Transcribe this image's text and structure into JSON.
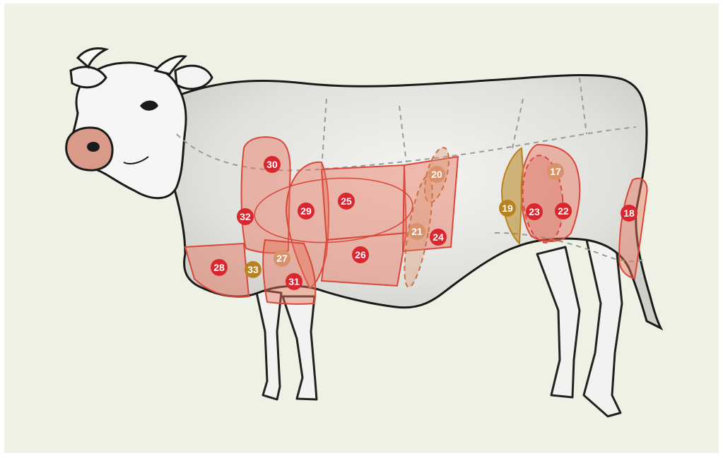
{
  "colors": {
    "background": "#eef2e4",
    "cut_fill": "#e8735a",
    "cut_stroke": "#d9463a",
    "marker_red": "#d9262f",
    "marker_gold": "#b8831e",
    "marker_peach": "#d9926a",
    "dashed_line": "#9a9a9a"
  },
  "markers": [
    {
      "id": "17",
      "label": "17",
      "style": "peach"
    },
    {
      "id": "18",
      "label": "18",
      "style": "red"
    },
    {
      "id": "19",
      "label": "19",
      "style": "gold"
    },
    {
      "id": "20",
      "label": "20",
      "style": "peach"
    },
    {
      "id": "21",
      "label": "21",
      "style": "peach"
    },
    {
      "id": "22",
      "label": "22",
      "style": "red"
    },
    {
      "id": "23",
      "label": "23",
      "style": "red"
    },
    {
      "id": "24",
      "label": "24",
      "style": "red"
    },
    {
      "id": "25",
      "label": "25",
      "style": "red"
    },
    {
      "id": "26",
      "label": "26",
      "style": "red"
    },
    {
      "id": "27",
      "label": "27",
      "style": "peach"
    },
    {
      "id": "28",
      "label": "28",
      "style": "red"
    },
    {
      "id": "29",
      "label": "29",
      "style": "red"
    },
    {
      "id": "30",
      "label": "30",
      "style": "red"
    },
    {
      "id": "31",
      "label": "31",
      "style": "red"
    },
    {
      "id": "32",
      "label": "32",
      "style": "red"
    },
    {
      "id": "33",
      "label": "33",
      "style": "gold"
    }
  ]
}
